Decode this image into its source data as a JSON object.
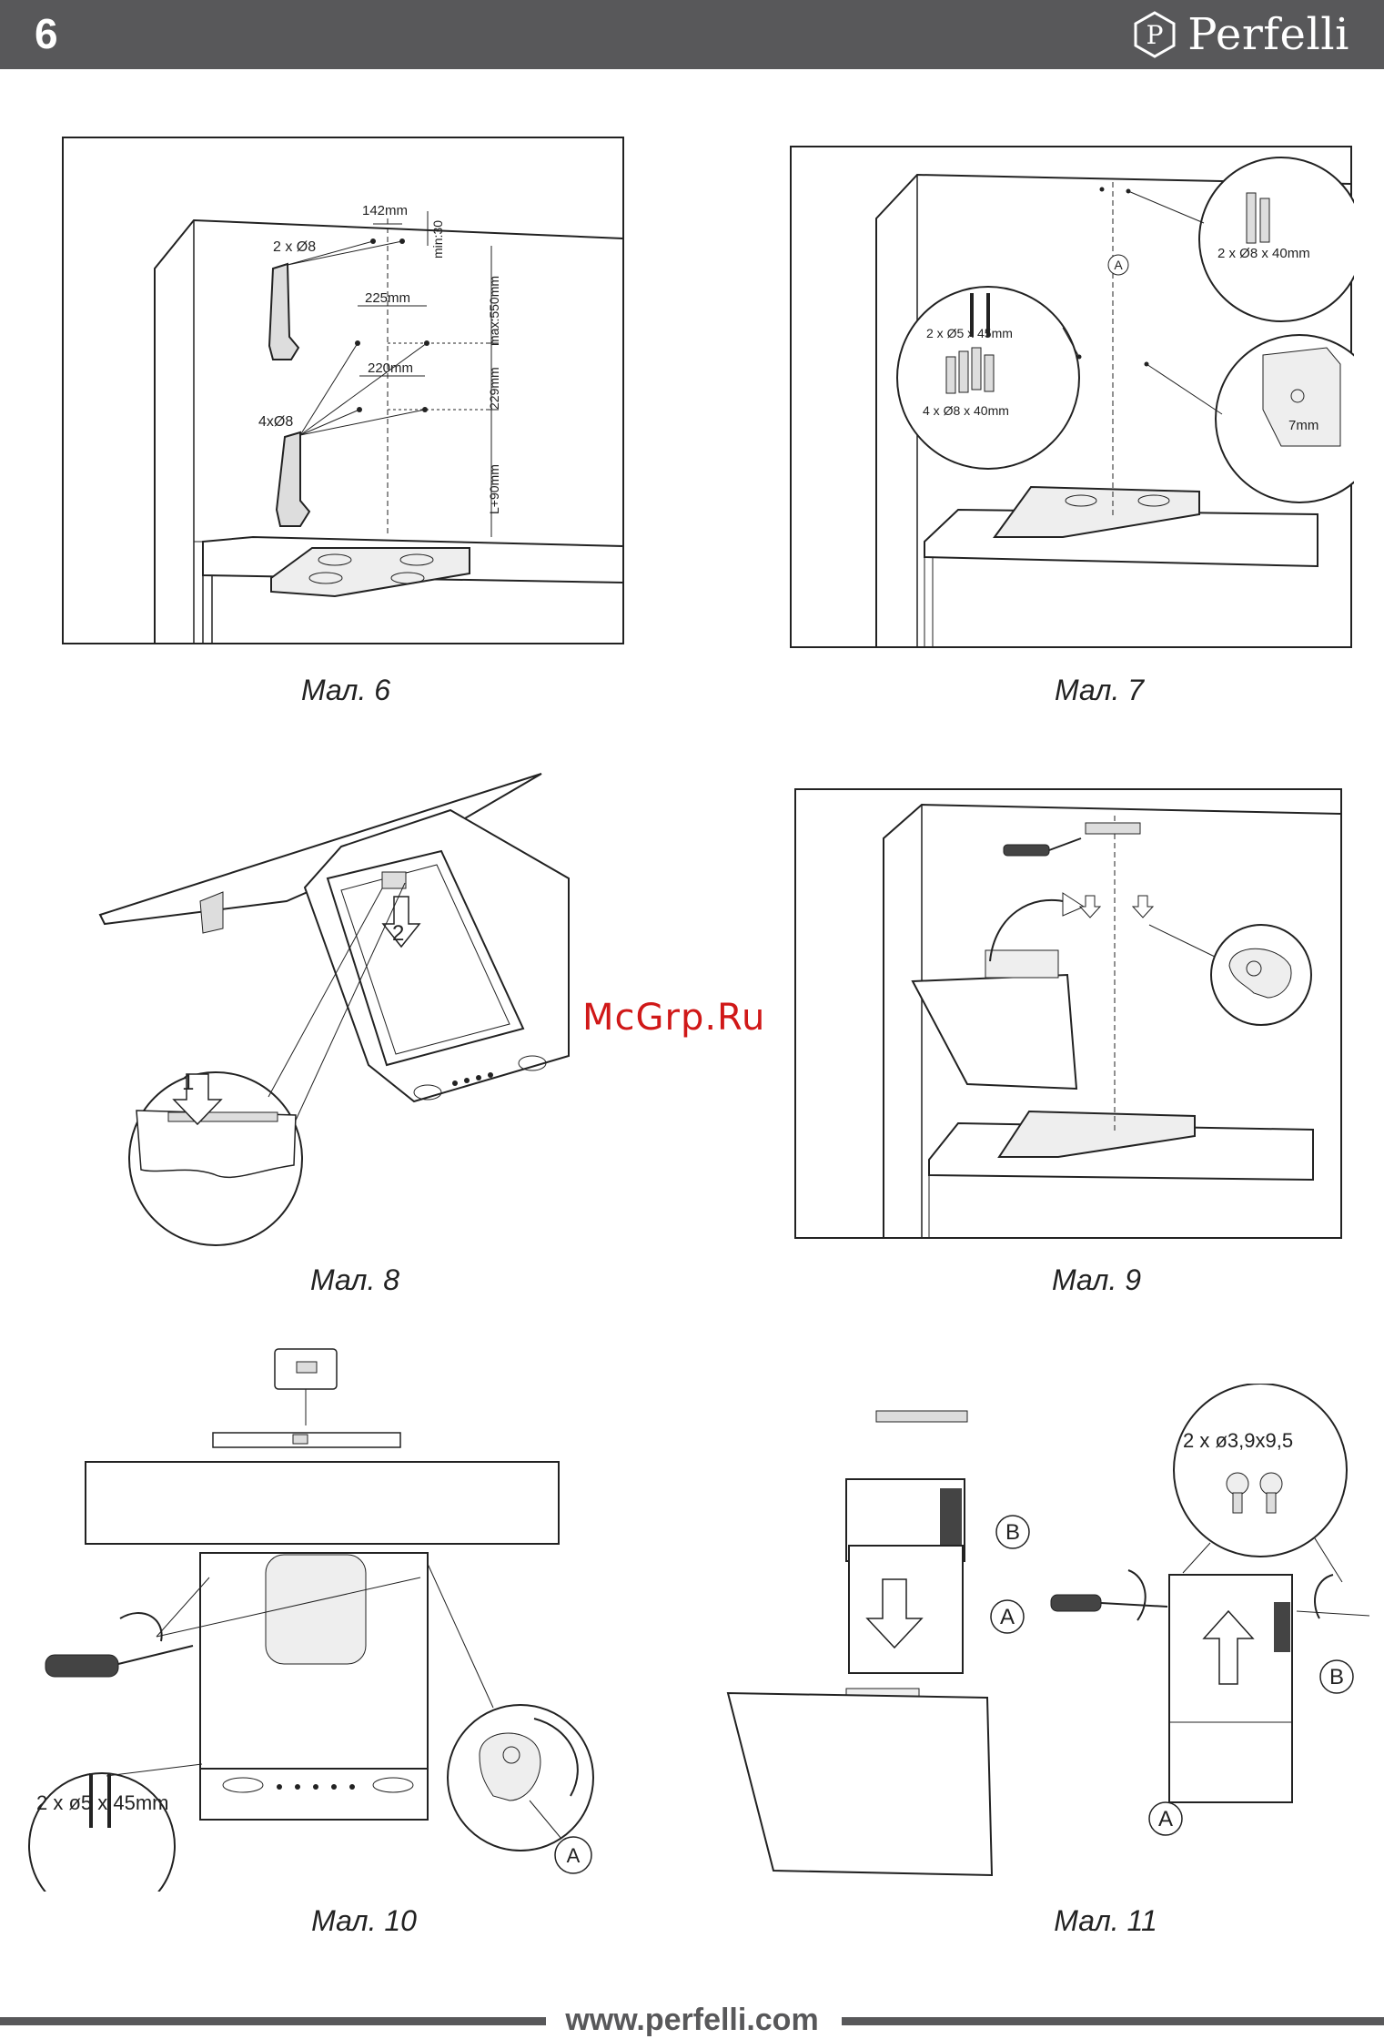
{
  "header": {
    "page_number": "6",
    "brand": "Perfelli",
    "logo_letter": "P"
  },
  "watermark": "McGrp.Ru",
  "figures": {
    "fig6": {
      "caption": "Мал. 6",
      "labels": {
        "d142": "142mm",
        "min30": "min:30",
        "holes_top": "2 x Ø8",
        "d225": "225mm",
        "max550": "max:550mm",
        "d220": "220mm",
        "d229": "229mm",
        "holes_mid": "4xØ8",
        "lplus": "L+90mm"
      }
    },
    "fig7": {
      "caption": "Мал. 7",
      "labels": {
        "screws1": "2 x Ø8 x 40mm",
        "point_a": "A",
        "screws2": "2 x Ø5 x 45mm",
        "screws3": "4 x Ø8 x 40mm",
        "offset": "7mm"
      }
    },
    "fig8": {
      "caption": "Мал. 8",
      "labels": {
        "step1": "1",
        "step2": "2"
      }
    },
    "fig9": {
      "caption": "Мал. 9"
    },
    "fig10": {
      "caption": "Мал. 10",
      "labels": {
        "screws": "2 x ø5 x 45mm",
        "point_a": "A"
      }
    },
    "fig11": {
      "caption": "Мал. 11",
      "labels": {
        "screws": "2 x ø3,9x9,5",
        "b1": "B",
        "a1": "A",
        "b2": "B",
        "a2": "A"
      }
    }
  },
  "footer": {
    "url": "www.perfelli.com"
  }
}
